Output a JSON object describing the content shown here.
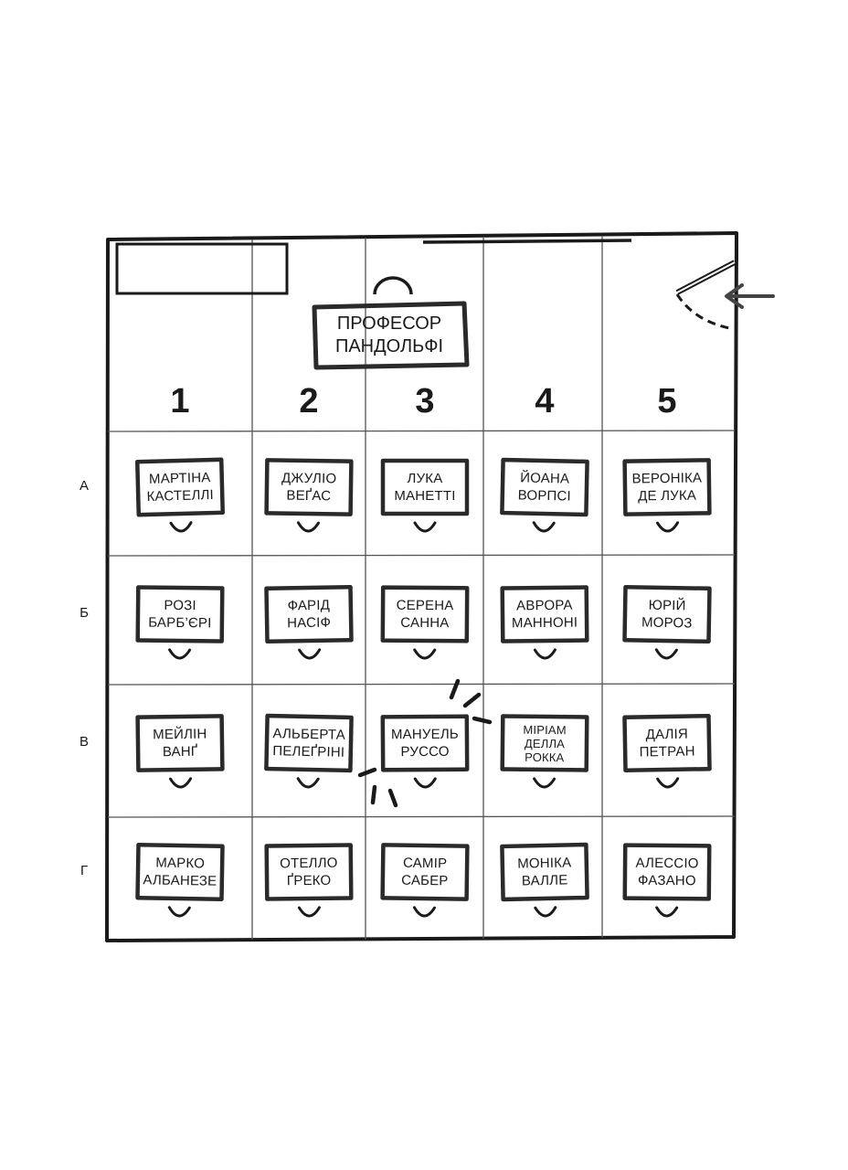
{
  "teacher": {
    "line1": "ПРОФЕСОР",
    "line2": "ПАНДОЛЬФІ"
  },
  "columns": [
    "1",
    "2",
    "3",
    "4",
    "5"
  ],
  "rows": [
    {
      "label": "А",
      "desks": [
        {
          "line1": "МАРТІНА",
          "line2": "КАСТЕЛЛІ"
        },
        {
          "line1": "ДЖУЛІО",
          "line2": "ВЕҐАС"
        },
        {
          "line1": "ЛУКА",
          "line2": "МАНЕТТІ"
        },
        {
          "line1": "ЙОАНА",
          "line2": "ВОРПСІ"
        },
        {
          "line1": "ВЕРОНІКА",
          "line2": "ДЕ ЛУКА"
        }
      ]
    },
    {
      "label": "Б",
      "desks": [
        {
          "line1": "РОЗІ",
          "line2": "БАРБ’ЄРІ"
        },
        {
          "line1": "ФАРІД",
          "line2": "НАСІФ"
        },
        {
          "line1": "СЕРЕНА",
          "line2": "САННА"
        },
        {
          "line1": "АВРОРА",
          "line2": "МАННОНІ"
        },
        {
          "line1": "ЮРІЙ",
          "line2": "МОРОЗ"
        }
      ]
    },
    {
      "label": "В",
      "desks": [
        {
          "line1": "МЕЙЛІН",
          "line2": "ВАНҐ"
        },
        {
          "line1": "АЛЬБЕРТА",
          "line2": "ПЕЛЕҐРІНІ"
        },
        {
          "line1": "МАНУЕЛЬ",
          "line2": "РУССО"
        },
        {
          "line1": "МІРІАМ",
          "line2": "ДЕЛЛА",
          "line3": "РОККА"
        },
        {
          "line1": "ДАЛІЯ",
          "line2": "ПЕТРАН"
        }
      ]
    },
    {
      "label": "Г",
      "desks": [
        {
          "line1": "МАРКО",
          "line2": "АЛБАНЕЗЕ"
        },
        {
          "line1": "ОТЕЛЛО",
          "line2": "ҐРЕКО"
        },
        {
          "line1": "САМІР",
          "line2": "САБЕР"
        },
        {
          "line1": "МОНІКА",
          "line2": "ВАЛЛЕ"
        },
        {
          "line1": "АЛЕССІО",
          "line2": "ФАЗАНО"
        }
      ]
    }
  ]
}
